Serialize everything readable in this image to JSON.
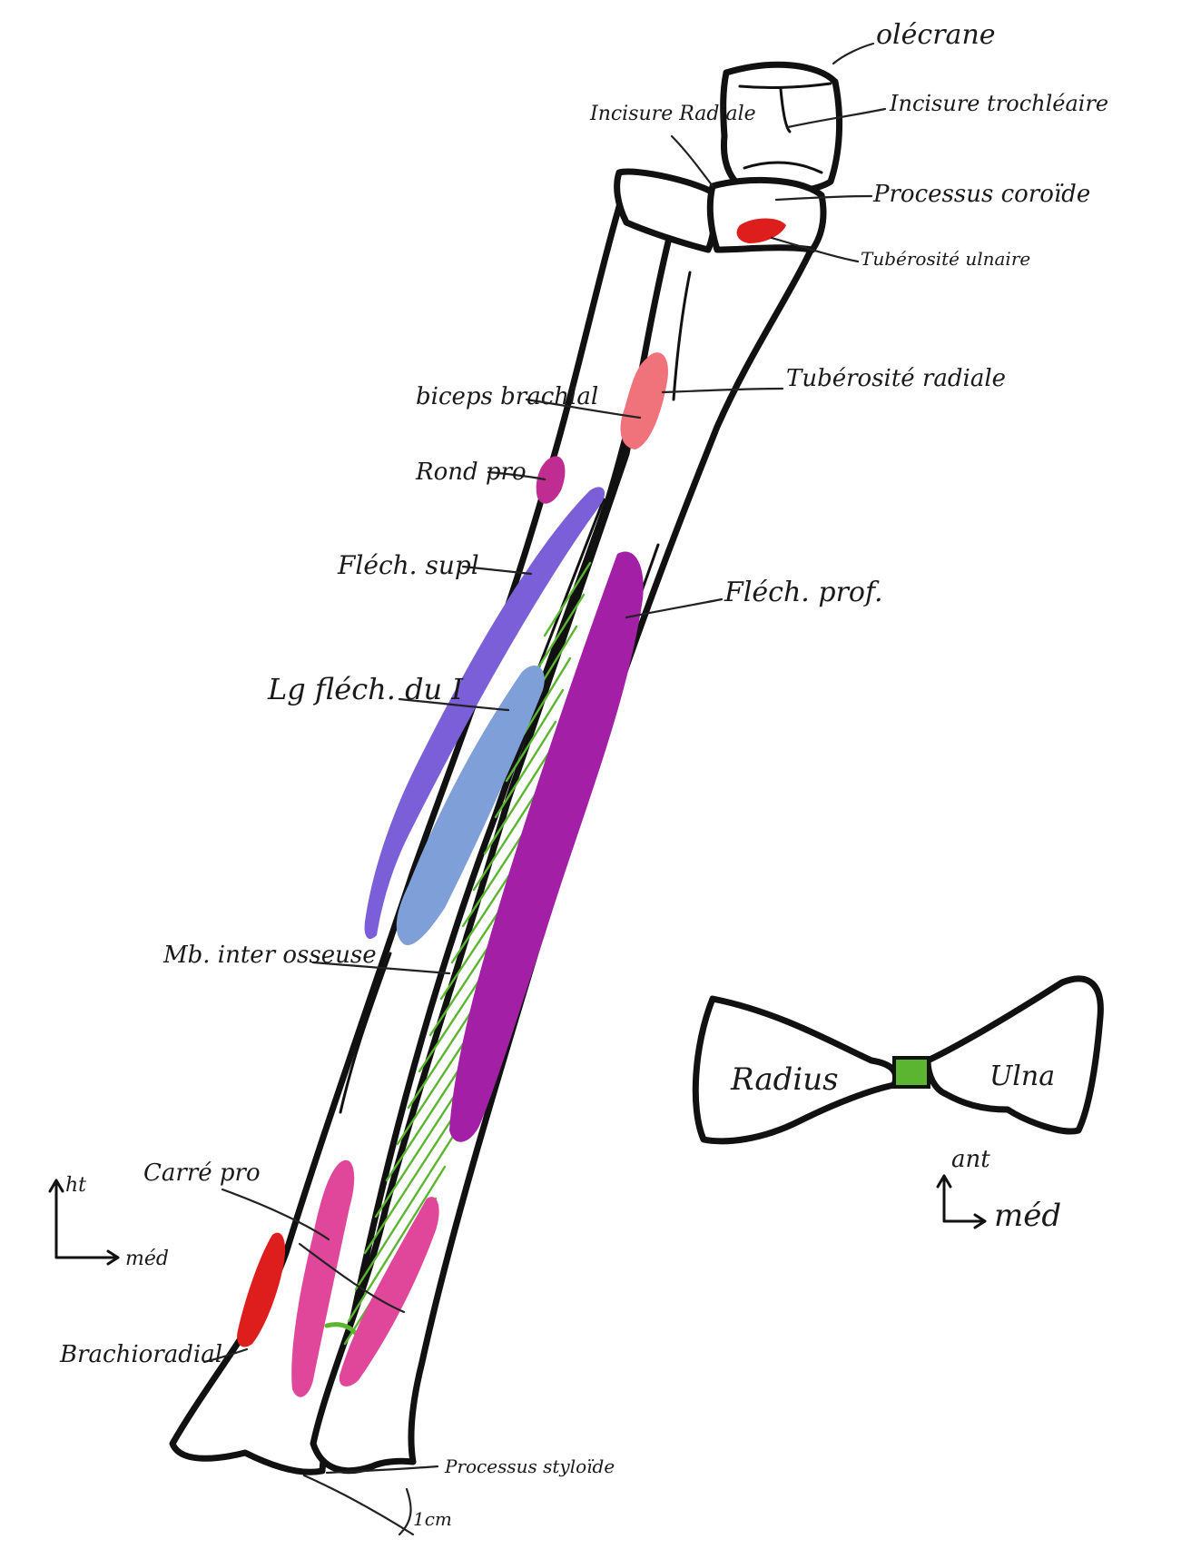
{
  "colors": {
    "outline": "#111111",
    "red": "#de1d1d",
    "salmon": "#f0727a",
    "magenta": "#bf2d93",
    "violet": "#7a5fd8",
    "blue": "#7f9fd8",
    "purple": "#a21fa6",
    "pink": "#e0479a",
    "green": "#5cb531"
  },
  "labels": {
    "olecrane": "olécrane",
    "incisure_trochleaire": "Incisure trochléaire",
    "incisure_radiale": "Incisure Radiale",
    "processus_coronoide": "Processus coroïde",
    "tuberosite_ulnaire": "Tubérosité ulnaire",
    "biceps_brachial": "biceps brachial",
    "tuberosite_radiale": "Tubérosité radiale",
    "rond_pro": "Rond pro",
    "flech_supl": "Fléch. supl",
    "flech_prof": "Fléch. prof.",
    "lg_flech_du_I": "Lg fléch. du I",
    "mb_inter_osseuse": "Mb. inter osseuse",
    "carre_pro": "Carré pro",
    "brachioradial": "Brachioradial",
    "processus_styloide": "Processus styloïde",
    "one_cm": "1cm"
  },
  "axis_left": {
    "up": "ht",
    "right": "méd"
  },
  "section": {
    "radius": "Radius",
    "ulna": "Ulna",
    "axis_up": "ant",
    "axis_right": "méd"
  }
}
